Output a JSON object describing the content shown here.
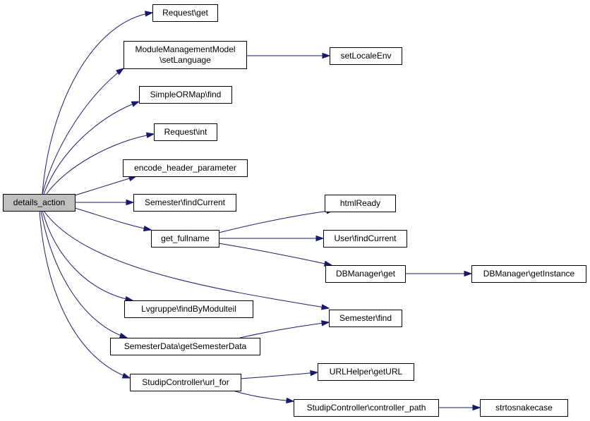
{
  "graph": {
    "root": "n0",
    "colors": {
      "edge": "#191970",
      "root_fill": "#bfbfbf",
      "node_fill": "#ffffff",
      "node_border": "#000000"
    },
    "nodes": [
      {
        "id": "n0",
        "lines": [
          "details_action"
        ]
      },
      {
        "id": "n1",
        "lines": [
          "Request\\get"
        ]
      },
      {
        "id": "n2",
        "lines": [
          "ModuleManagementModel",
          "\\setLanguage"
        ]
      },
      {
        "id": "n3",
        "lines": [
          "setLocaleEnv"
        ]
      },
      {
        "id": "n4",
        "lines": [
          "SimpleORMap\\find"
        ]
      },
      {
        "id": "n5",
        "lines": [
          "Request\\int"
        ]
      },
      {
        "id": "n6",
        "lines": [
          "encode_header_parameter"
        ]
      },
      {
        "id": "n7",
        "lines": [
          "Semester\\findCurrent"
        ]
      },
      {
        "id": "n8",
        "lines": [
          "get_fullname"
        ]
      },
      {
        "id": "n9",
        "lines": [
          "htmlReady"
        ]
      },
      {
        "id": "n10",
        "lines": [
          "User\\findCurrent"
        ]
      },
      {
        "id": "n11",
        "lines": [
          "DBManager\\get"
        ]
      },
      {
        "id": "n12",
        "lines": [
          "DBManager\\getInstance"
        ]
      },
      {
        "id": "n13",
        "lines": [
          "Lvgruppe\\findByModulteil"
        ]
      },
      {
        "id": "n14",
        "lines": [
          "Semester\\find"
        ]
      },
      {
        "id": "n15",
        "lines": [
          "SemesterData\\getSemesterData"
        ]
      },
      {
        "id": "n16",
        "lines": [
          "StudipController\\url_for"
        ]
      },
      {
        "id": "n17",
        "lines": [
          "URLHelper\\getURL"
        ]
      },
      {
        "id": "n18",
        "lines": [
          "StudipController\\controller_path"
        ]
      },
      {
        "id": "n19",
        "lines": [
          "strtosnakecase"
        ]
      }
    ],
    "edges": [
      {
        "from": "n0",
        "to": "n1"
      },
      {
        "from": "n0",
        "to": "n2"
      },
      {
        "from": "n0",
        "to": "n4"
      },
      {
        "from": "n0",
        "to": "n5"
      },
      {
        "from": "n0",
        "to": "n6"
      },
      {
        "from": "n0",
        "to": "n7"
      },
      {
        "from": "n0",
        "to": "n8"
      },
      {
        "from": "n0",
        "to": "n14"
      },
      {
        "from": "n0",
        "to": "n13"
      },
      {
        "from": "n0",
        "to": "n15"
      },
      {
        "from": "n0",
        "to": "n16"
      },
      {
        "from": "n2",
        "to": "n3"
      },
      {
        "from": "n8",
        "to": "n9"
      },
      {
        "from": "n8",
        "to": "n10"
      },
      {
        "from": "n8",
        "to": "n11"
      },
      {
        "from": "n11",
        "to": "n12"
      },
      {
        "from": "n15",
        "to": "n14"
      },
      {
        "from": "n16",
        "to": "n17"
      },
      {
        "from": "n16",
        "to": "n18"
      },
      {
        "from": "n18",
        "to": "n19"
      }
    ]
  }
}
